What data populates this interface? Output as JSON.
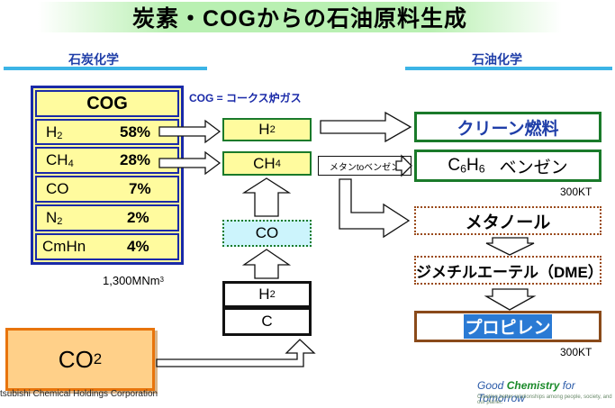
{
  "title": "炭素・COGからの石油原料生成",
  "left_section": "石炭化学",
  "right_section": "石油化学",
  "cog_table": {
    "header": "COG",
    "rows": [
      {
        "gas": "H",
        "sub": "2",
        "pct": "58%"
      },
      {
        "gas": "CH",
        "sub": "4",
        "pct": "28%"
      },
      {
        "gas": "CO",
        "sub": "",
        "pct": "7%"
      },
      {
        "gas": "N",
        "sub": "2",
        "pct": "2%"
      },
      {
        "gas": "CmHn",
        "sub": "",
        "pct": "4%"
      }
    ],
    "volume": "1,300MNm",
    "volume_sup": "3"
  },
  "cog_note": "COG = コークス炉ガス",
  "middle": {
    "h2": {
      "main": "H",
      "sub": "2"
    },
    "ch4": {
      "main": "CH",
      "sub": "4"
    },
    "co": "CO",
    "h2_stack": {
      "main": "H",
      "sub": "2"
    },
    "c": "C"
  },
  "co2": {
    "main": "CO",
    "sub": "2"
  },
  "methane_label": "メタンtoベンゼン",
  "outputs": {
    "clean_fuel": "クリーン燃料",
    "benzene": {
      "c": "C",
      "c_sub": "6",
      "h": "H",
      "h_sub": "6",
      "name": "ベンゼン"
    },
    "benzene_capacity": "300KT",
    "methanol": "メタノール",
    "dme": "ジメチルエーテル（DME）",
    "propylene": "プロピレン",
    "propylene_capacity": "300KT"
  },
  "footer": {
    "company": "tsubishi Chemical Holdings Corporation",
    "tagline_good": "Good ",
    "tagline_chem": "Chemistry",
    "tagline_rest": " for Tomorrow",
    "tagline_sub": "Creating better relationships among people, society, and our planet."
  }
}
